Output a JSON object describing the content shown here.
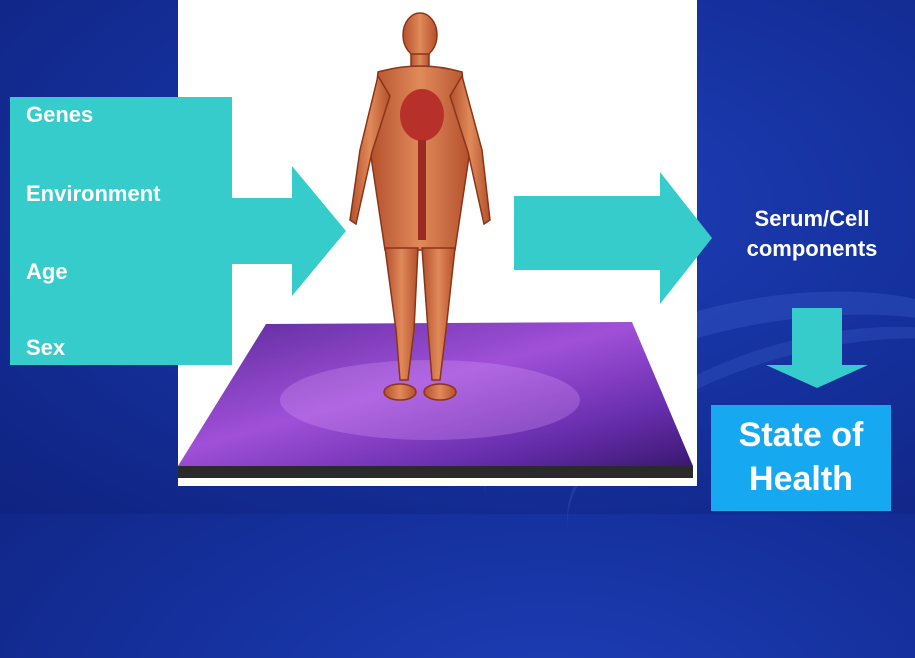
{
  "factors": {
    "items": [
      "Genes",
      "Environment",
      "Age",
      "Sex"
    ]
  },
  "outputs": {
    "serum_line1": "Serum/Cell",
    "serum_line2": "components",
    "health_line1": "State of",
    "health_line2": "Health"
  },
  "colors": {
    "background": "#1632a0",
    "arrow": "#36cccc",
    "health_box": "#16a8f0",
    "text": "#ffffff"
  },
  "icons": {
    "human_figure": "human-anatomy-icon",
    "platform": "purple-platform-icon"
  }
}
